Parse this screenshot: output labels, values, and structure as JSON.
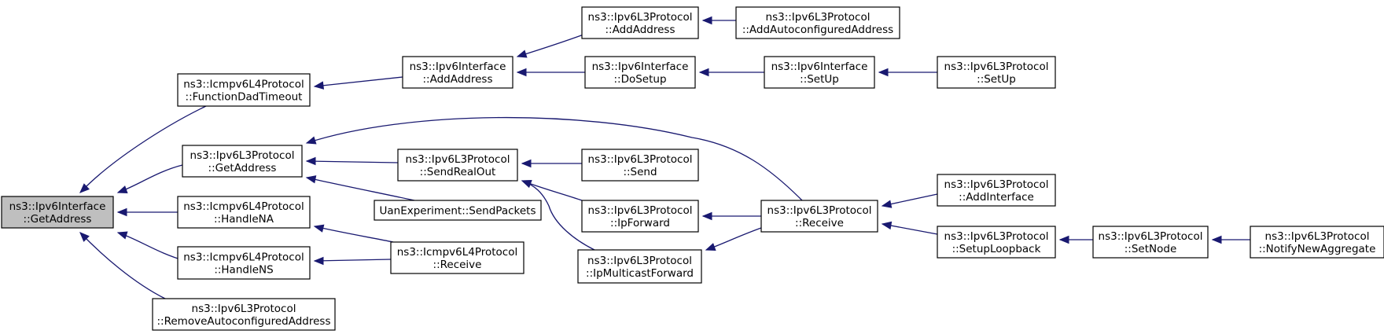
{
  "graph": {
    "nodes": [
      {
        "id": "n0",
        "lines": [
          "ns3::Ipv6Interface",
          "::GetAddress"
        ]
      },
      {
        "id": "n1",
        "lines": [
          "ns3::Icmpv6L4Protocol",
          "::FunctionDadTimeout"
        ]
      },
      {
        "id": "n2",
        "lines": [
          "ns3::Ipv6L3Protocol",
          "::GetAddress"
        ]
      },
      {
        "id": "n3",
        "lines": [
          "ns3::Icmpv6L4Protocol",
          "::HandleNA"
        ]
      },
      {
        "id": "n4",
        "lines": [
          "ns3::Icmpv6L4Protocol",
          "::HandleNS"
        ]
      },
      {
        "id": "n5",
        "lines": [
          "ns3::Ipv6L3Protocol",
          "::RemoveAutoconfiguredAddress"
        ]
      },
      {
        "id": "n6",
        "lines": [
          "ns3::Ipv6Interface",
          "::AddAddress"
        ]
      },
      {
        "id": "n7",
        "lines": [
          "ns3::Ipv6L3Protocol",
          "::SendRealOut"
        ]
      },
      {
        "id": "n8",
        "lines": [
          "UanExperiment::SendPackets"
        ]
      },
      {
        "id": "n9",
        "lines": [
          "ns3::Icmpv6L4Protocol",
          "::Receive"
        ]
      },
      {
        "id": "n10",
        "lines": [
          "ns3::Ipv6L3Protocol",
          "::AddAddress"
        ]
      },
      {
        "id": "n11",
        "lines": [
          "ns3::Ipv6Interface",
          "::DoSetup"
        ]
      },
      {
        "id": "n12",
        "lines": [
          "ns3::Ipv6L3Protocol",
          "::Send"
        ]
      },
      {
        "id": "n13",
        "lines": [
          "ns3::Ipv6L3Protocol",
          "::IpForward"
        ]
      },
      {
        "id": "n14",
        "lines": [
          "ns3::Ipv6L3Protocol",
          "::IpMulticastForward"
        ]
      },
      {
        "id": "n15",
        "lines": [
          "ns3::Ipv6L3Protocol",
          "::AddAutoconfiguredAddress"
        ]
      },
      {
        "id": "n16",
        "lines": [
          "ns3::Ipv6Interface",
          "::SetUp"
        ]
      },
      {
        "id": "n17",
        "lines": [
          "ns3::Ipv6L3Protocol",
          "::Receive"
        ]
      },
      {
        "id": "n18",
        "lines": [
          "ns3::Ipv6L3Protocol",
          "::SetUp"
        ]
      },
      {
        "id": "n19",
        "lines": [
          "ns3::Ipv6L3Protocol",
          "::AddInterface"
        ]
      },
      {
        "id": "n20",
        "lines": [
          "ns3::Ipv6L3Protocol",
          "::SetupLoopback"
        ]
      },
      {
        "id": "n21",
        "lines": [
          "ns3::Ipv6L3Protocol",
          "::SetNode"
        ]
      },
      {
        "id": "n22",
        "lines": [
          "ns3::Ipv6L3Protocol",
          "::NotifyNewAggregate"
        ]
      }
    ],
    "edges": [
      {
        "from": "n1",
        "to": "n0"
      },
      {
        "from": "n2",
        "to": "n0"
      },
      {
        "from": "n3",
        "to": "n0"
      },
      {
        "from": "n4",
        "to": "n0"
      },
      {
        "from": "n5",
        "to": "n0"
      },
      {
        "from": "n6",
        "to": "n1"
      },
      {
        "from": "n7",
        "to": "n2"
      },
      {
        "from": "n8",
        "to": "n2"
      },
      {
        "from": "n17",
        "to": "n2"
      },
      {
        "from": "n9",
        "to": "n3"
      },
      {
        "from": "n9",
        "to": "n4"
      },
      {
        "from": "n10",
        "to": "n6"
      },
      {
        "from": "n11",
        "to": "n6"
      },
      {
        "from": "n12",
        "to": "n7"
      },
      {
        "from": "n13",
        "to": "n7"
      },
      {
        "from": "n14",
        "to": "n7"
      },
      {
        "from": "n15",
        "to": "n10"
      },
      {
        "from": "n16",
        "to": "n11"
      },
      {
        "from": "n17",
        "to": "n13"
      },
      {
        "from": "n17",
        "to": "n14"
      },
      {
        "from": "n18",
        "to": "n16"
      },
      {
        "from": "n19",
        "to": "n17"
      },
      {
        "from": "n20",
        "to": "n17"
      },
      {
        "from": "n21",
        "to": "n20"
      },
      {
        "from": "n22",
        "to": "n21"
      }
    ]
  }
}
